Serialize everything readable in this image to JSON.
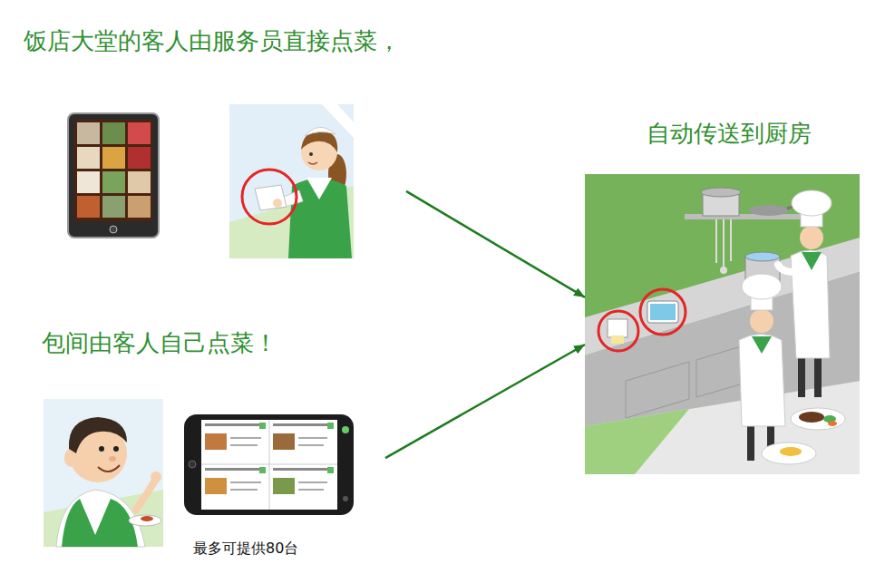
{
  "diagram": {
    "nodes": [
      {
        "text": [
          "饭店大堂的客人由服务员直接点菜，"
        ]
      },
      {
        "text": [
          "包间由客人自己点菜！",
          "最多可提供80台"
        ]
      },
      {
        "text": [
          "自动传送到厨房"
        ]
      }
    ],
    "edges": [
      {
        "from": 0,
        "to": 2,
        "arrow": "to"
      },
      {
        "from": 1,
        "to": 2,
        "arrow": "to"
      }
    ]
  }
}
